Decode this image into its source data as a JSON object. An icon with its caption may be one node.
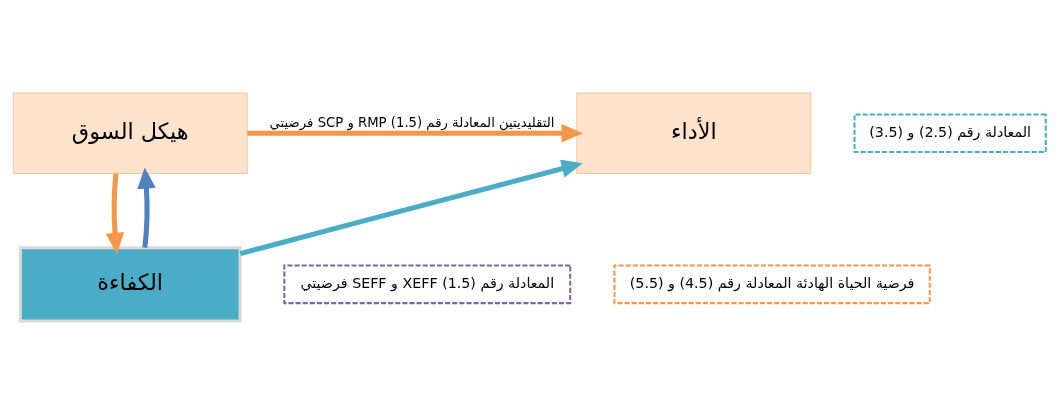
{
  "diagram": {
    "nodes": [
      {
        "text": [
          "الأداء"
        ]
      },
      {
        "text": [
          "هيكل السوق"
        ]
      },
      {
        "text": [
          "الكفاءة"
        ]
      },
      {
        "text": [
          "المعادلة رقم (2.5) و (3.5)"
        ]
      },
      {
        "text": [
          "فرضيتي SEFF و XEFF المعادلة رقم (1.5)"
        ]
      },
      {
        "text": [
          "فرضية الحياة الهادئة المعادلة رقم (4.5) و (5.5)"
        ]
      }
    ],
    "edges": [
      {
        "from": 1,
        "to": 0,
        "arrow": "to",
        "label": "فرضيتي SCP و RMP التقليديتين المعادلة رقم (1.5)",
        "color": "#f79646"
      },
      {
        "from": 2,
        "to": 0,
        "arrow": "to",
        "color": "#4bacc6"
      },
      {
        "from": 2,
        "to": 1,
        "arrow": "to",
        "color": "#4f81bd"
      },
      {
        "from": 1,
        "to": 2,
        "arrow": "to",
        "color": "#f79646"
      }
    ]
  }
}
